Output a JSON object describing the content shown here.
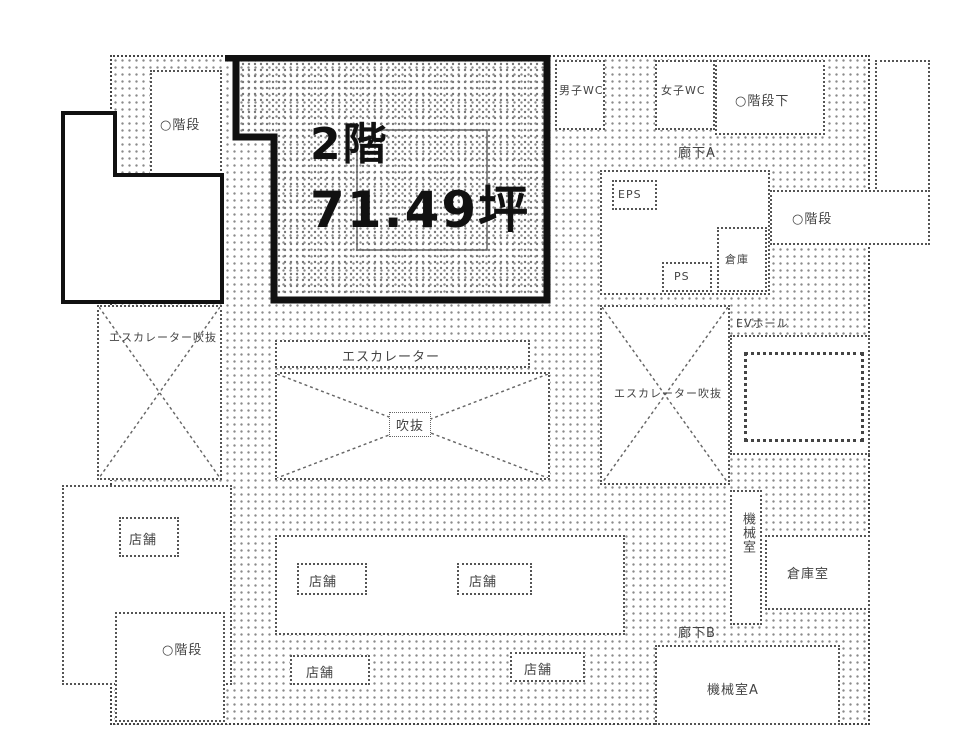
{
  "unit": {
    "floor": "2階",
    "area": "71.49坪"
  },
  "rooms": {
    "top_left_room": "○階段",
    "wc_a": "男子WC",
    "wc_b": "女子WC",
    "top_right_room": "○階段下",
    "corridor_top": "廊下A",
    "eps_a": "EPS",
    "ps": "PS",
    "store": "倉庫",
    "elevator_hall": "EVホール",
    "right_stair": "○階段",
    "left_void": "エスカレーター吹抜",
    "escalator": "エスカレーター",
    "atrium": "吹抜",
    "right_void": "エスカレーター吹抜",
    "left_shop": "店舗",
    "center_shop_a": "店舗",
    "center_shop_b": "店舗",
    "right_narrow": "機械室",
    "right_shop": "倉庫室",
    "bottom_corridor": "廊下B",
    "bottom_left_room": "○階段",
    "bottom_shop_a": "店舗",
    "bottom_shop_b": "店舗",
    "bottom_right_room": "機械室A"
  },
  "colors": {
    "outline": "#111111",
    "dotted_line": "#555555"
  }
}
